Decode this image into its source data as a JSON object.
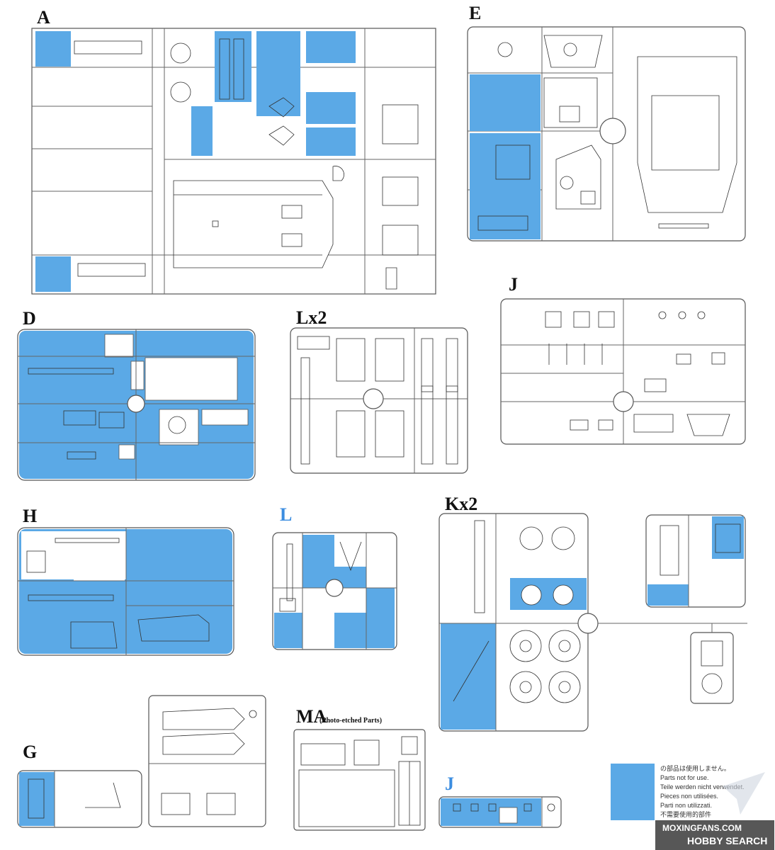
{
  "colors": {
    "not_used_highlight": "#5ba9e6",
    "blue_title": "#3b8de0",
    "frame": "#555555"
  },
  "sprues": {
    "A": {
      "title": "A"
    },
    "E": {
      "title": "E"
    },
    "J": {
      "title": "J"
    },
    "D": {
      "title": "D"
    },
    "Lx2": {
      "title": "Lx2"
    },
    "H": {
      "title": "H"
    },
    "L": {
      "title": "L"
    },
    "Kx2": {
      "title": "Kx2"
    },
    "G": {
      "title": "G"
    },
    "MA": {
      "title": "MA",
      "subtitle": "(Photo-etched Parts)"
    },
    "J2": {
      "title": "J"
    }
  },
  "legend": {
    "lines": [
      "の部品は使用しません。",
      "Parts not for use.",
      "Teile werden nicht verwendet.",
      "Pieces non utilisées.",
      "Parti non utilizzati.",
      "不需要使用的部件"
    ]
  },
  "watermark": {
    "line1": "MOXINGFANS.COM",
    "line2": "HOBBY SEARCH"
  }
}
